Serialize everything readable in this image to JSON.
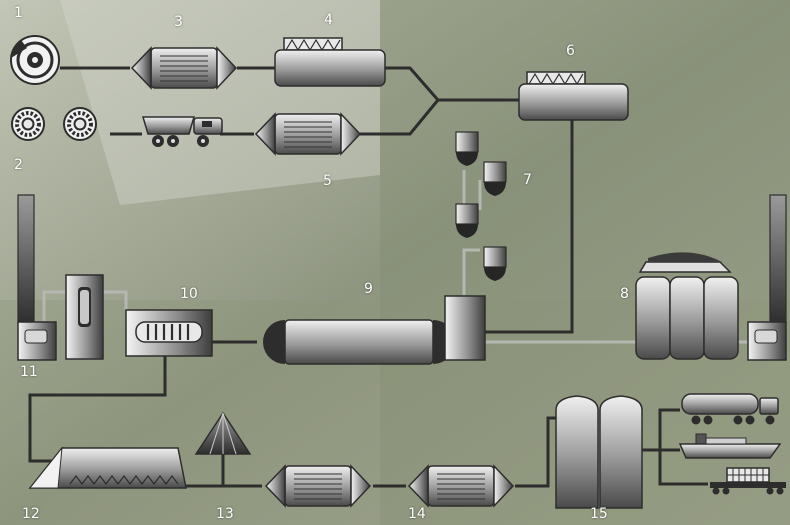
{
  "labels": {
    "n1": "1",
    "n2": "2",
    "n3": "3",
    "n4": "4",
    "n5": "5",
    "n6": "6",
    "n7": "7",
    "n8": "8",
    "n9": "9",
    "n10": "10",
    "n11": "11",
    "n12": "12",
    "n13": "13",
    "n14": "14",
    "n15": "15"
  },
  "colors": {
    "pipe": "#2d2d2d",
    "machine_light": "#eeeeee",
    "machine_dark": "#555555",
    "label": "#ffffff"
  }
}
